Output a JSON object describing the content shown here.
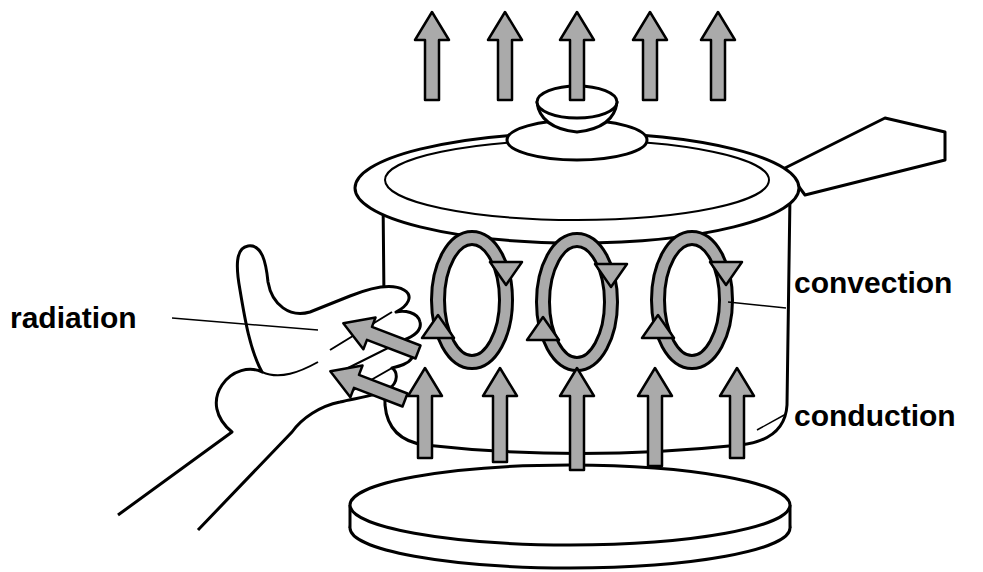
{
  "diagram": {
    "labels": [
      "radiation",
      "convection",
      "conduction"
    ]
  }
}
